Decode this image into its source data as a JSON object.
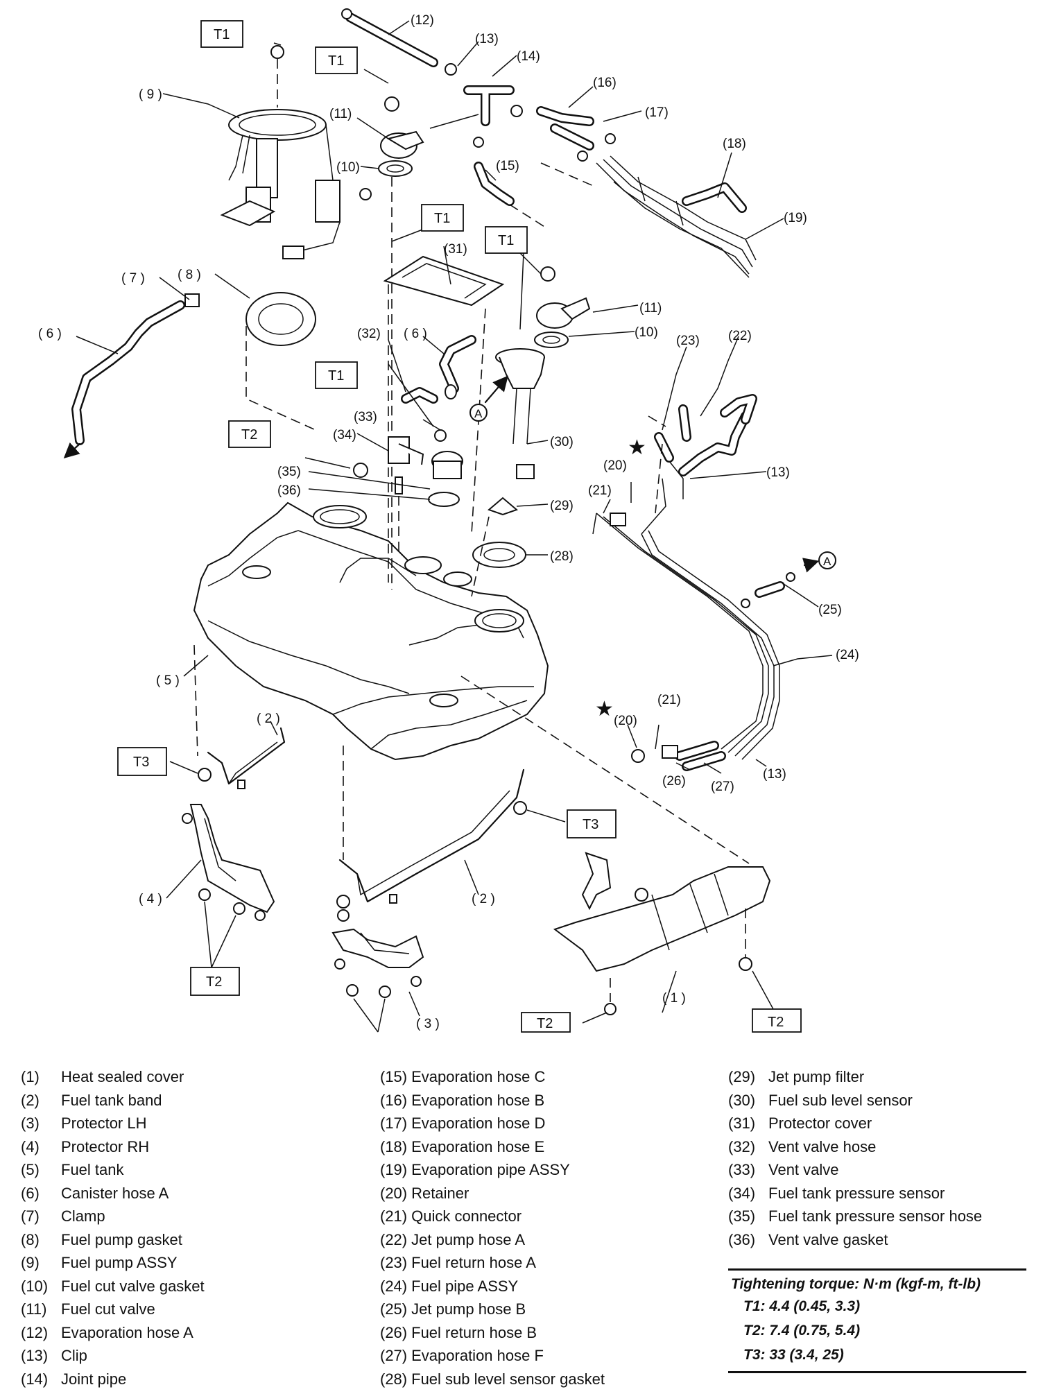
{
  "callouts": {
    "c1": "( 1 )",
    "c2": "( 2 )",
    "c3": "( 3 )",
    "c4": "( 4 )",
    "c5": "( 5 )",
    "c6": "( 6 )",
    "c7": "( 7 )",
    "c8": "( 8 )",
    "c9": "( 9 )",
    "c10": "(10)",
    "c11": "(11)",
    "c12": "(12)",
    "c13": "(13)",
    "c14": "(14)",
    "c15": "(15)",
    "c16": "(16)",
    "c17": "(17)",
    "c18": "(18)",
    "c19": "(19)",
    "c20": "(20)",
    "c21": "(21)",
    "c22": "(22)",
    "c23": "(23)",
    "c24": "(24)",
    "c25": "(25)",
    "c26": "(26)",
    "c27": "(27)",
    "c28": "(28)",
    "c29": "(29)",
    "c30": "(30)",
    "c31": "(31)",
    "c32": "(32)",
    "c33": "(33)",
    "c34": "(34)",
    "c35": "(35)",
    "c36": "(36)"
  },
  "torque_labels": {
    "t1": "T1",
    "t2": "T2",
    "t3": "T3"
  },
  "connection_marker": "A",
  "legend": {
    "col1": [
      {
        "num": "(1)",
        "name": "Heat sealed cover"
      },
      {
        "num": "(2)",
        "name": "Fuel tank band"
      },
      {
        "num": "(3)",
        "name": "Protector LH"
      },
      {
        "num": "(4)",
        "name": "Protector RH"
      },
      {
        "num": "(5)",
        "name": "Fuel tank"
      },
      {
        "num": "(6)",
        "name": "Canister hose A"
      },
      {
        "num": "(7)",
        "name": "Clamp"
      },
      {
        "num": "(8)",
        "name": "Fuel pump gasket"
      },
      {
        "num": "(9)",
        "name": "Fuel pump ASSY"
      },
      {
        "num": "(10)",
        "name": "Fuel cut valve gasket"
      },
      {
        "num": "(11)",
        "name": "Fuel cut valve"
      },
      {
        "num": "(12)",
        "name": "Evaporation hose A"
      },
      {
        "num": "(13)",
        "name": "Clip"
      },
      {
        "num": "(14)",
        "name": "Joint pipe"
      }
    ],
    "col2": [
      {
        "num": "(15)",
        "name": "Evaporation hose C"
      },
      {
        "num": "(16)",
        "name": "Evaporation hose B"
      },
      {
        "num": "(17)",
        "name": "Evaporation hose D"
      },
      {
        "num": "(18)",
        "name": "Evaporation hose E"
      },
      {
        "num": "(19)",
        "name": "Evaporation pipe ASSY"
      },
      {
        "num": "(20)",
        "name": "Retainer"
      },
      {
        "num": "(21)",
        "name": "Quick connector"
      },
      {
        "num": "(22)",
        "name": "Jet pump hose A"
      },
      {
        "num": "(23)",
        "name": "Fuel return hose A"
      },
      {
        "num": "(24)",
        "name": "Fuel pipe ASSY"
      },
      {
        "num": "(25)",
        "name": "Jet pump hose B"
      },
      {
        "num": "(26)",
        "name": "Fuel return hose B"
      },
      {
        "num": "(27)",
        "name": "Evaporation hose F"
      },
      {
        "num": "(28)",
        "name": "Fuel sub level sensor gasket"
      }
    ],
    "col3": [
      {
        "num": "(29)",
        "name": "Jet pump filter"
      },
      {
        "num": "(30)",
        "name": "Fuel sub level sensor"
      },
      {
        "num": "(31)",
        "name": "Protector cover"
      },
      {
        "num": "(32)",
        "name": "Vent valve hose"
      },
      {
        "num": "(33)",
        "name": "Vent valve"
      },
      {
        "num": "(34)",
        "name": "Fuel tank pressure sensor"
      },
      {
        "num": "(35)",
        "name": "Fuel tank pressure sensor hose"
      },
      {
        "num": "(36)",
        "name": "Vent valve gasket"
      }
    ]
  },
  "torque": {
    "title": "Tightening torque: N·m (kgf-m, ft-lb)",
    "rows": [
      {
        "label": "T1: 4.4 (0.45, 3.3)"
      },
      {
        "label": "T2: 7.4 (0.75, 5.4)"
      },
      {
        "label": "T3: 33 (3.4, 25)"
      }
    ]
  }
}
